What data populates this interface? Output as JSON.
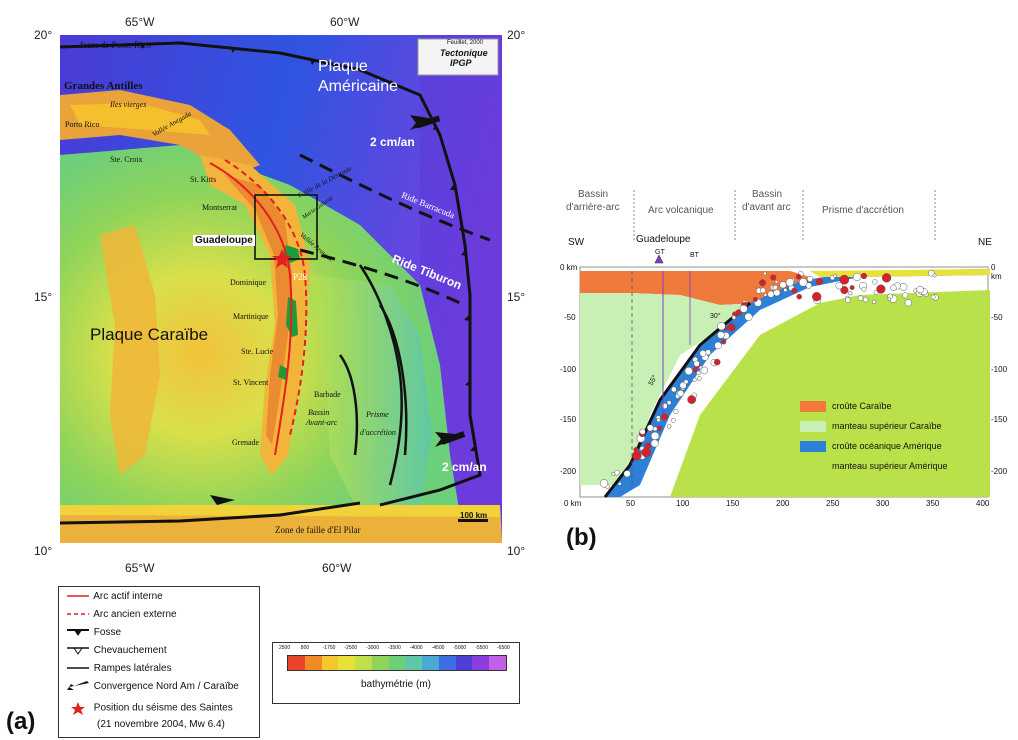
{
  "map": {
    "lon_labels": [
      "65°W",
      "60°W"
    ],
    "lat_labels": [
      "20°",
      "15°",
      "10°"
    ],
    "credit": {
      "author": "Feuillet, 2000",
      "lab": "Tectonique",
      "inst": "IPGP"
    },
    "labels": {
      "fosse_prico": "fosse de Porto-Rico",
      "plaque_am": "Plaque",
      "plaque_am2": "Américaine",
      "rate1": "2 cm/an",
      "rate2": "2 cm/an",
      "grandes_antilles": "Grandes Antilles",
      "iles_vierges": "Iles vierges",
      "porto_rico": "Porto Rico",
      "ste_croix": "Ste. Croix",
      "st_kitts": "St. Kitts",
      "montserrat": "Montserrat",
      "guadeloupe": "Guadeloupe",
      "barracuda": "Ride Barracuda",
      "tiburon": "Ride Tiburon",
      "dominique": "Dominique",
      "p28": "P28",
      "martinique": "Martinique",
      "ste_lucie": "Ste. Lucie",
      "st_vincent": "St. Vincent",
      "grenade": "Grenade",
      "barbade": "Barbade",
      "bassin": "Bassin",
      "avant_arc": "Avant-arc",
      "prisme": "Prisme",
      "accretion": "d'accrétion",
      "plaque_car": "Plaque Caraïbe",
      "el_pilar": "Zone de faille d'El Pilar",
      "scale": "100 km",
      "anegada": "Vallée Anegada",
      "desirade": "Faille de la Désirade",
      "marie_galante": "Marie-Galante",
      "arawak": "Vallée Arawak"
    }
  },
  "legend": {
    "items": [
      "Arc actif interne",
      "Arc ancien externe",
      "Fosse",
      "Chevauchement",
      "Rampes latérales",
      "Convergence Nord Am / Caraïbe",
      "Position du séisme des Saintes",
      "(21 novembre 2004, Mw 6.4)"
    ]
  },
  "bathymetry": {
    "title": "bathymétrie (m)",
    "ticks": [
      "2500",
      "800",
      "-1750",
      "-2500",
      "-3000",
      "-3500",
      "-4000",
      "-4500",
      "-5000",
      "-5500",
      "-6500"
    ],
    "colors": [
      "#e8452a",
      "#f28a2a",
      "#f7c62c",
      "#e9e13a",
      "#bfe04a",
      "#8fd45a",
      "#6ccf7a",
      "#5fc7a8",
      "#49a8d4",
      "#3b6ee0",
      "#4b3fd8",
      "#8a3ee0",
      "#c35ee8"
    ]
  },
  "section": {
    "zones": [
      "Bassin",
      "d'arrière-arc",
      "Arc volcanique",
      "Bassin",
      "d'avant arc",
      "Prisme d'accrétion"
    ],
    "sw": "SW",
    "ne": "NE",
    "guadeloupe": "Guadeloupe",
    "gt": "GT",
    "bt": "BT",
    "depth_labels": [
      "0 km",
      "-50",
      "-100",
      "-150",
      "-200"
    ],
    "depth_labels_r": [
      "0 km",
      "-50",
      "-100",
      "-150",
      "-200"
    ],
    "dist_labels": [
      "0 km",
      "50",
      "100",
      "150",
      "200",
      "250",
      "300",
      "350",
      "400"
    ],
    "dip1": "30°",
    "dip2": "55°",
    "legend": [
      "croûte Caraïbe",
      "manteau supérieur Caraïbe",
      "croûte océanique Amérique",
      "manteau supérieur Amérique"
    ],
    "legend_colors": [
      "#f07a3c",
      "#c9f0b4",
      "#2d7fd8",
      "#b9e24a"
    ]
  },
  "panel_tags": {
    "a": "(a)",
    "b": "(b)"
  }
}
